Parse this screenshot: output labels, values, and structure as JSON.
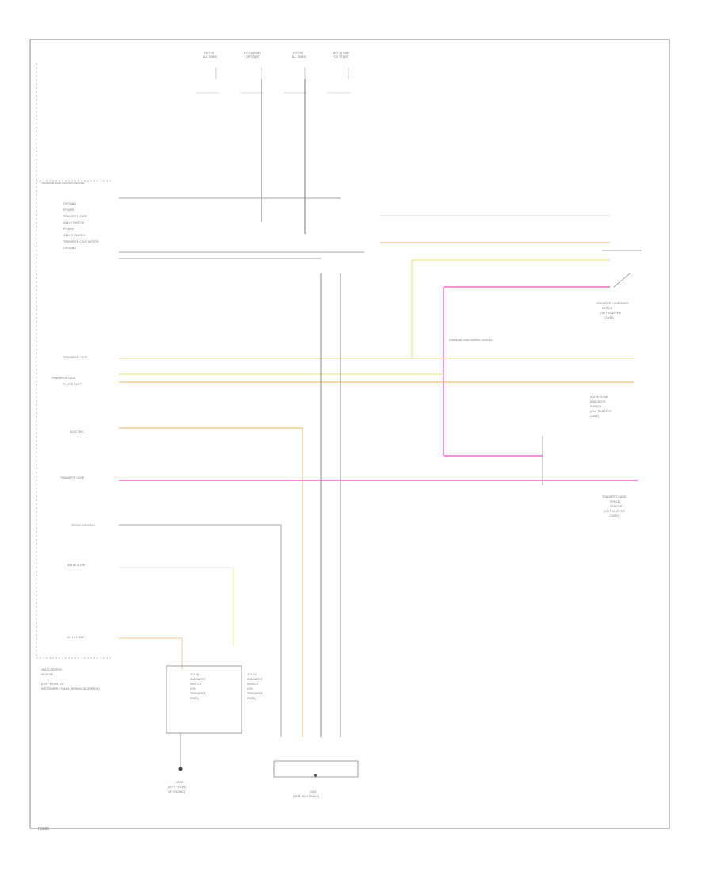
{
  "diagram_code": "F8886",
  "top_fuses": [
    {
      "label": [
        "HOT IN",
        "ALL TIMES"
      ]
    },
    {
      "label": [
        "HOT IN RUN",
        "OR START"
      ]
    },
    {
      "label": [
        "HOT IN",
        "ALL TIMES"
      ]
    },
    {
      "label": [
        "HOT IN RUN",
        "OR START"
      ]
    }
  ],
  "module_header": "TRANSFER CASE CONTROL MODULE",
  "module_name": [
    "4WD CONTROL",
    "MODULE"
  ],
  "module_location": [
    "(LEFT FRONT OF",
    "INSTRUMENT PANEL, BEHIND GLOVEBOX)"
  ],
  "top_connector_pins": [
    "GROUND",
    "POWER",
    "TRANSFER CASE",
    "4X4 HI SWITCH",
    "POWER",
    "4X4 LO SWITCH",
    "TRANSFER CASE MOTOR",
    "GROUND"
  ],
  "left_labels": [
    "TRANSFER CASE",
    "TRANSFER CASE",
    "FLOOR SHIFT",
    "ELECTRIC",
    "TRANSFER CASE",
    "SIGNAL GROUND",
    "4X4 HI / LOW",
    "4X4 HI / LOW"
  ],
  "right_components": [
    {
      "name": [
        "TRANSFER CASE SHIFT",
        "MOTOR",
        "(ON TRANSFER",
        "CASE)"
      ]
    },
    {
      "name": [
        "4X4 HI / LOW",
        "INDICATOR",
        "SWITCH",
        "(ON TRANSFER",
        "CASE)"
      ]
    },
    {
      "name": [
        "TRANSFER CASE",
        "SPEED",
        "SENSOR",
        "(ON TRANSFER",
        "CASE)"
      ]
    }
  ],
  "bottom_components": [
    {
      "name": [
        "4X4 HI",
        "INDICATOR",
        "SWITCH",
        "(ON",
        "TRANSFER",
        "CASE)"
      ]
    },
    {
      "name": [
        "4X4 LO",
        "INDICATOR",
        "SWITCH",
        "(ON",
        "TRANSFER",
        "CASE)"
      ]
    }
  ],
  "ground_label": [
    "G100",
    "(LEFT FRONT",
    "OF ENGINE)"
  ],
  "splice_label": [
    "S100",
    "(LEFT KICK PANEL)"
  ],
  "colors": {
    "wire_default": "#7a7a7a",
    "wire_yellow": "#e8e27a",
    "wire_orange": "#f0b060",
    "wire_pink": "#e850c8",
    "wire_tan": "#e8c890"
  }
}
